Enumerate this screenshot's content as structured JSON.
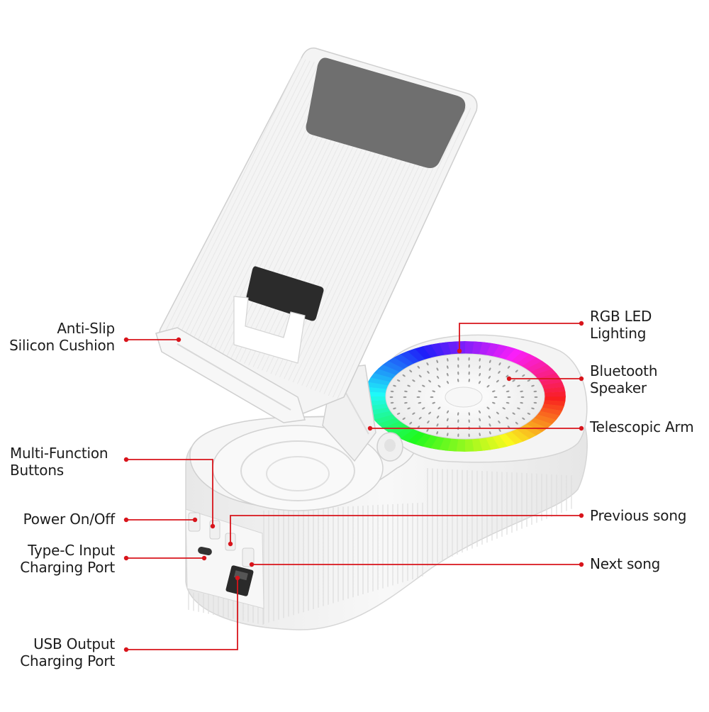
{
  "labels": {
    "anti_slip": [
      "Anti-Slip",
      "Silicon Cushion"
    ],
    "multi_function": [
      "Multi-Function",
      "Buttons"
    ],
    "power": [
      "Power On/Off"
    ],
    "type_c": [
      "Type-C Input",
      "Charging Port"
    ],
    "usb_output": [
      "USB Output",
      "Charging Port"
    ],
    "rgb_led": [
      "RGB LED",
      "Lighting"
    ],
    "bluetooth": [
      "Bluetooth",
      "Speaker"
    ],
    "telescopic": [
      "Telescopic Arm"
    ],
    "previous": [
      "Previous song"
    ],
    "next": [
      "Next song"
    ]
  },
  "colors": {
    "callout": "#d8141b",
    "body": "#f3f3f3",
    "outline": "#cfcfcf",
    "shadow": "#dcdcdc",
    "screen": "#6f6f6f",
    "slot": "#2b2b2b"
  }
}
